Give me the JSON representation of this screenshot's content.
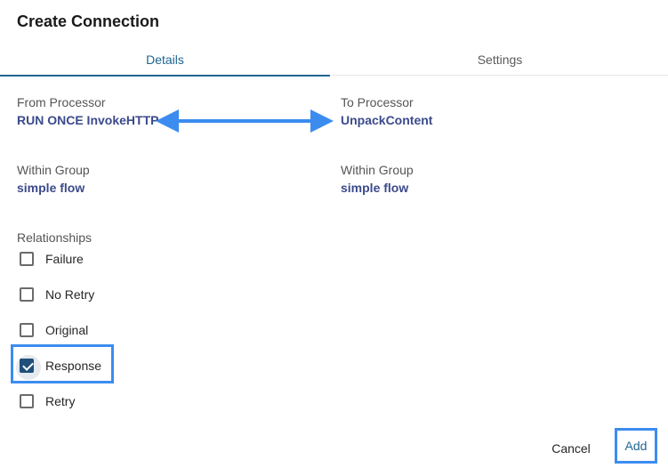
{
  "dialog": {
    "title": "Create Connection"
  },
  "tabs": [
    {
      "label": "Details",
      "active": true
    },
    {
      "label": "Settings",
      "active": false
    }
  ],
  "from": {
    "label": "From Processor",
    "value": "RUN ONCE InvokeHTTP",
    "group_label": "Within Group",
    "group_value": "simple flow"
  },
  "to": {
    "label": "To Processor",
    "value": "UnpackContent",
    "group_label": "Within Group",
    "group_value": "simple flow"
  },
  "relationships": {
    "label": "Relationships",
    "items": [
      {
        "label": "Failure",
        "checked": false
      },
      {
        "label": "No Retry",
        "checked": false
      },
      {
        "label": "Original",
        "checked": false
      },
      {
        "label": "Response",
        "checked": true
      },
      {
        "label": "Retry",
        "checked": false
      }
    ]
  },
  "actions": {
    "cancel_label": "Cancel",
    "add_label": "Add"
  },
  "colors": {
    "accent": "#1f6591",
    "annotation_blue": "#3c8cf0",
    "checkbox_checked": "#1f4f7a",
    "value_text": "#3b4a8c"
  },
  "icons": [
    "double-arrow-annotation-icon",
    "checkmark-icon"
  ]
}
